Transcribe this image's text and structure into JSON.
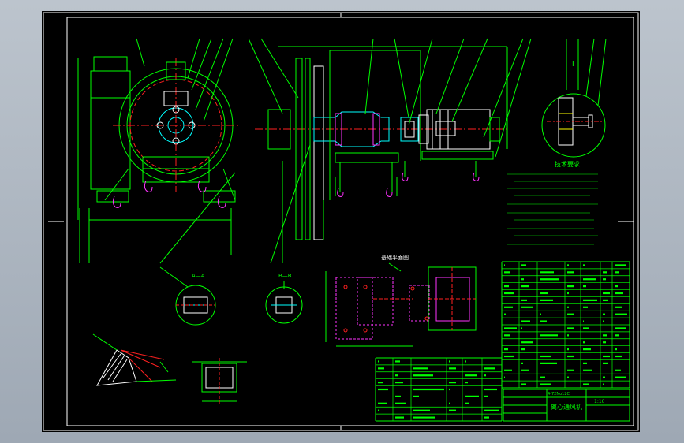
{
  "drawing": {
    "colors": {
      "background": "#000000",
      "frame": "#ffffff",
      "outline": "#00ff00",
      "detail": "#00ffff",
      "centerline": "#ff2020",
      "section": "#ff33ff",
      "highlight": "#ffff00"
    }
  },
  "notes": {
    "heading": "技术要求"
  },
  "views": {
    "section_a_label": "A—A",
    "section_b_label": "B—B",
    "detail_label": "I",
    "plan_view_label": "基础平面图"
  },
  "title_block": {
    "drawing_title": "离心通风机",
    "scale_label": "1:10",
    "code_label": "4-72No12C"
  }
}
